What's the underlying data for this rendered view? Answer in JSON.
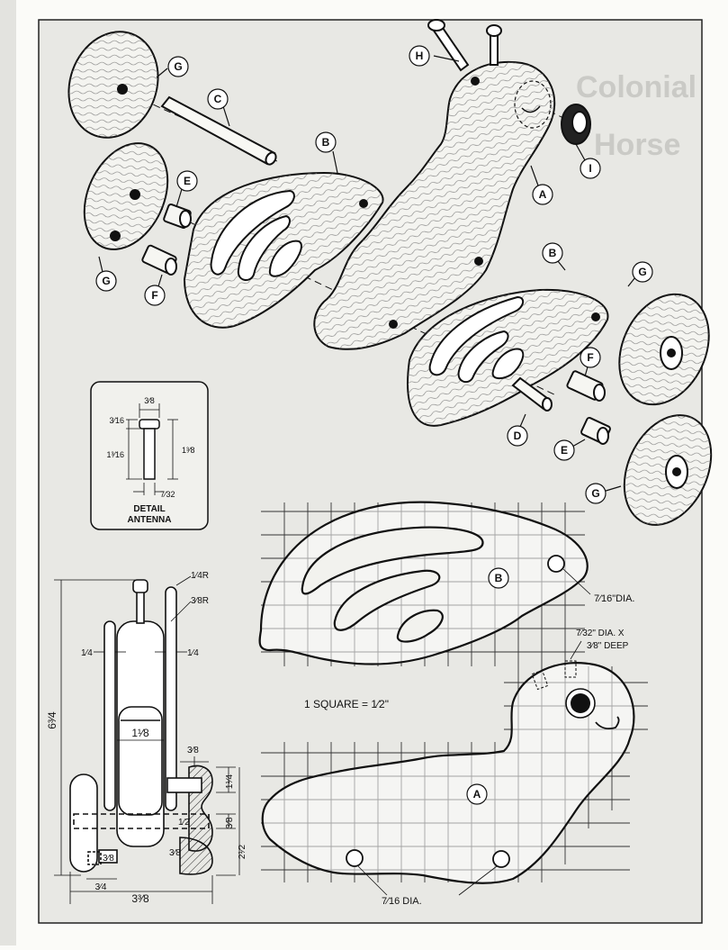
{
  "part_labels": {
    "a": "A",
    "b": "B",
    "c": "C",
    "d": "D",
    "e": "E",
    "f": "F",
    "g": "G",
    "h": "H",
    "i": "I"
  },
  "detail": {
    "title_1": "DETAIL",
    "title_2": "ANTENNA",
    "dim_top": "3⁄8",
    "dim_top_left": "3⁄16",
    "dim_left": "1³⁄16",
    "dim_right": "1³⁄8",
    "dim_bottom": "7⁄32"
  },
  "side_view": {
    "dim_height": "6³⁄4",
    "dim_radius_small": "1⁄4R",
    "dim_radius_large": "3⁄8R",
    "dim_quarter_left": "1⁄4",
    "dim_quarter_right": "1⁄4",
    "dim_center_width": "1¹⁄8",
    "dim_three_eighths_a": "3⁄8",
    "dim_one_quarter_v": "1¹⁄4",
    "dim_half": "1⁄2",
    "dim_three_eighths_b": "3⁄8",
    "dim_three_eighths_c": "3⁄8",
    "dim_two_half": "2¹⁄2",
    "dim_three_eighths_d": "3⁄8",
    "dim_three_quarter": "3⁄4",
    "dim_total_width": "3³⁄8"
  },
  "pattern": {
    "scale_note": "1 SQUARE = 1⁄2\"",
    "b_hole_note": "7⁄16\"DIA.",
    "a_hole_note": "7⁄16 DIA.",
    "antenna_hole_note_1": "7⁄32\" DIA. X",
    "antenna_hole_note_2": "3⁄8\" DEEP"
  },
  "background_text": {
    "word_1": "Colonial",
    "word_2": "Horse"
  }
}
